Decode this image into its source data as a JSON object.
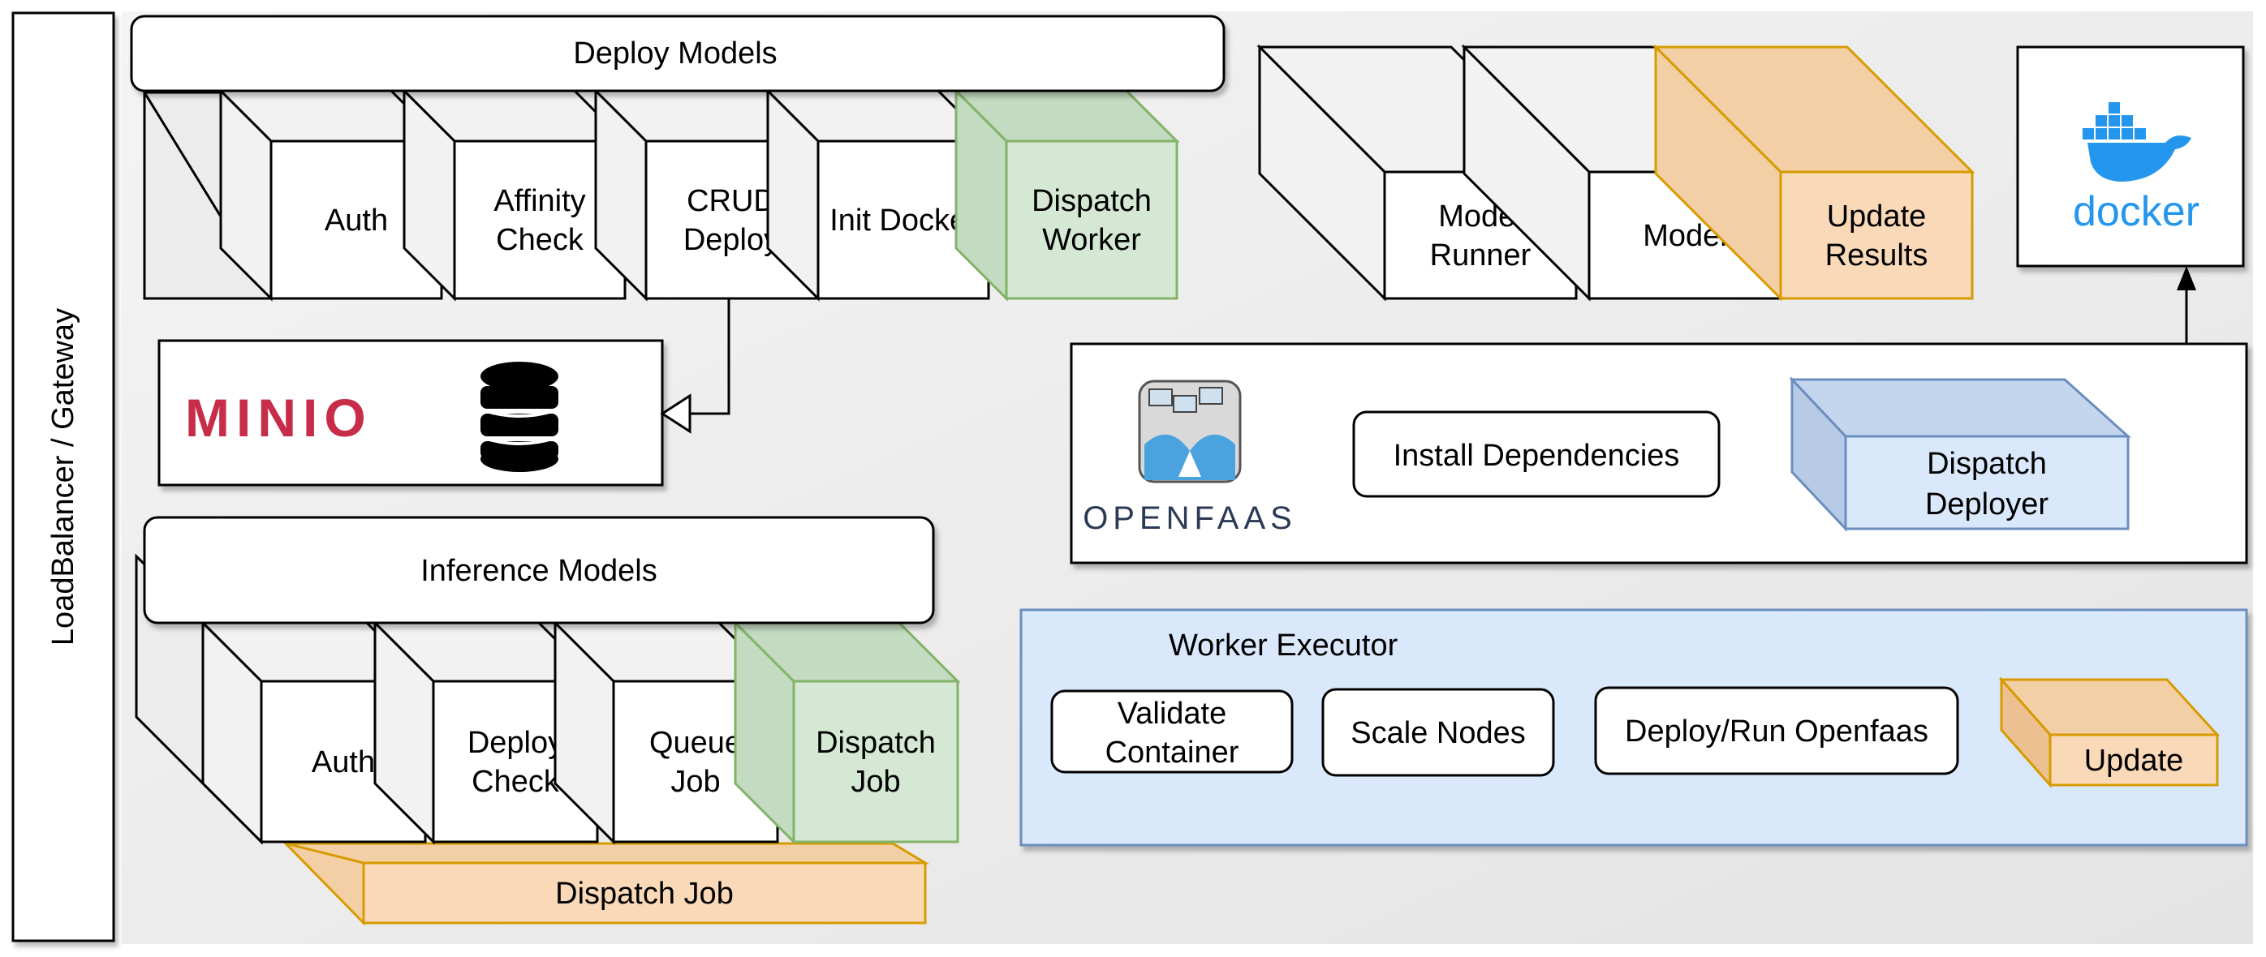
{
  "side_label": "LoadBalancer / Gateway",
  "deploy": {
    "title": "Deploy Models",
    "steps": [
      {
        "lines": [
          "Auth"
        ],
        "fill": "#ffffff"
      },
      {
        "lines": [
          "Affinity",
          "Check"
        ],
        "fill": "#ffffff"
      },
      {
        "lines": [
          "CRUD",
          "Deploy"
        ],
        "fill": "#ffffff"
      },
      {
        "lines": [
          "Init Docker"
        ],
        "fill": "#ffffff"
      },
      {
        "lines": [
          "Dispatch",
          "Worker"
        ],
        "fill": "#d5e8d4"
      }
    ]
  },
  "storage": {
    "minio_logo": "MINIO",
    "db_icon": "database-icon"
  },
  "inference": {
    "title": "Inference Models",
    "steps": [
      {
        "lines": [
          "Auth"
        ],
        "fill": "#ffffff"
      },
      {
        "lines": [
          "Deploy",
          "Check"
        ],
        "fill": "#ffffff"
      },
      {
        "lines": [
          "Queue",
          "Job"
        ],
        "fill": "#ffffff"
      },
      {
        "lines": [
          "Dispatch",
          "Job"
        ],
        "fill": "#d5e8d4"
      }
    ],
    "dispatch_bar": "Dispatch Job"
  },
  "runner": {
    "steps": [
      {
        "lines": [
          "Model",
          "Runner"
        ],
        "fill": "#ffffff"
      },
      {
        "lines": [
          "Model"
        ],
        "fill": "#ffffff"
      },
      {
        "lines": [
          "Update",
          "Results"
        ],
        "fill": "#fad9b8"
      }
    ]
  },
  "docker": {
    "logo_text": "docker",
    "icon": "docker-whale-icon"
  },
  "openfaas": {
    "logo_text": "OPENFAAS",
    "icon": "openfaas-whale-icon",
    "install": "Install Dependencies",
    "deployer_lines": [
      "Dispatch",
      "Deployer"
    ]
  },
  "worker": {
    "title": "Worker Executor",
    "validate_lines": [
      "Validate",
      "Container"
    ],
    "scale": "Scale Nodes",
    "deploy_run": "Deploy/Run Openfaas",
    "update": "Update"
  },
  "colors": {
    "green_fill": "#d5e8d4",
    "green_stroke": "#82b366",
    "orange_fill": "#fad9b8",
    "orange_stroke": "#d79b00",
    "blue_fill": "#dae8fc",
    "blue_stroke": "#6c8ebf",
    "minio_red": "#c72c48",
    "docker_blue": "#2496ed"
  }
}
